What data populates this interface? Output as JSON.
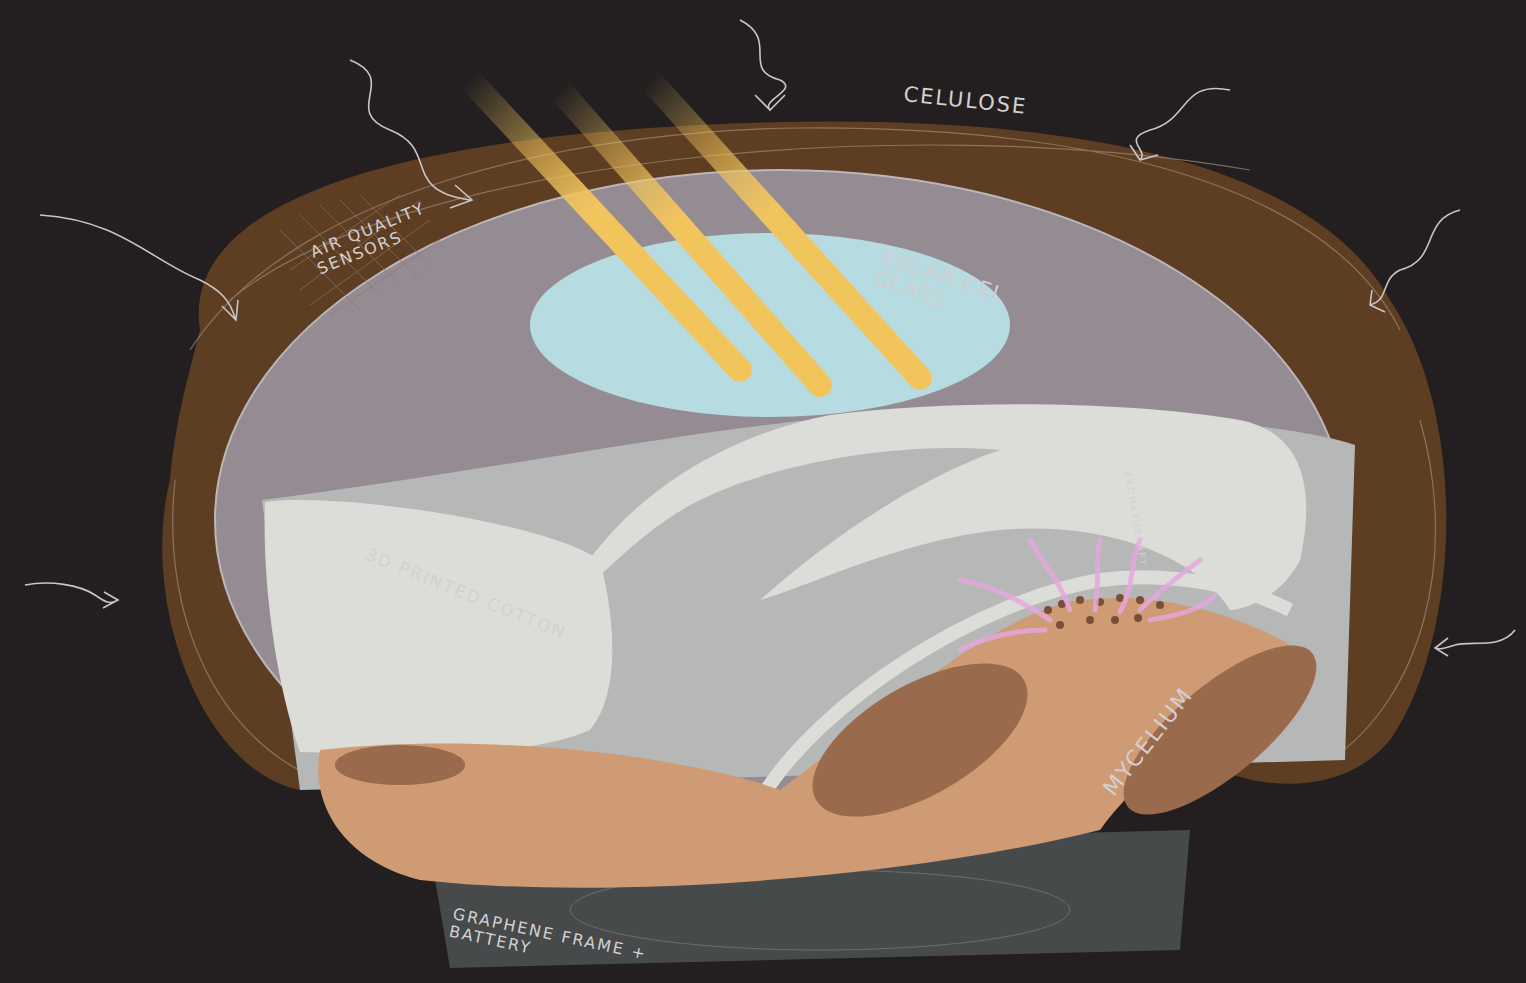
{
  "diagram": {
    "labels": [
      "CELULOSE",
      "AIR QUALITY SENSORS",
      "SOLAR CEL GLASS",
      "3D PRINTED COTTON",
      "AROMATHERAPY",
      "MYCELIUM",
      "GRAPHENE FRAME + BATTERY"
    ]
  }
}
